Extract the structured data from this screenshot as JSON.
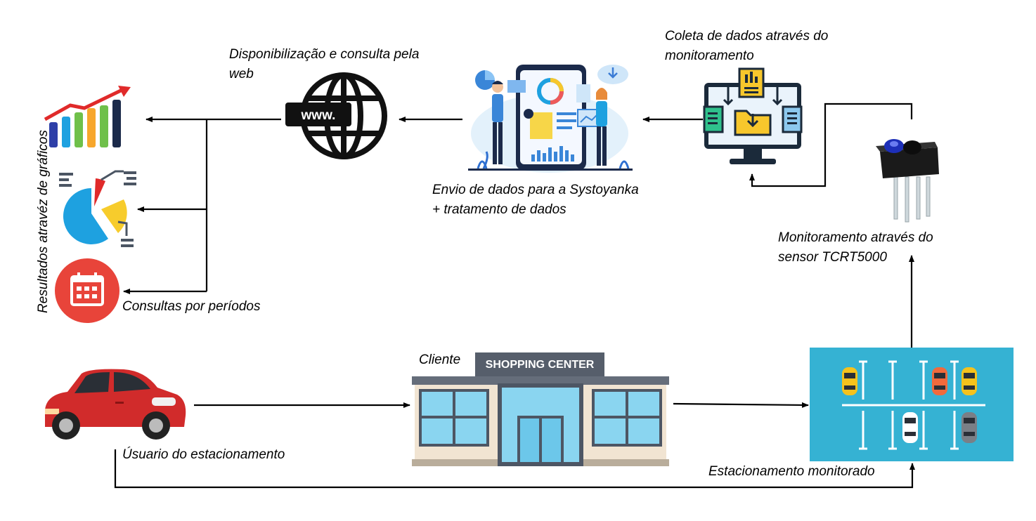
{
  "labels": {
    "disponibilizacao": "Disponibilização e consulta pela",
    "disponibilizacao_2": "web",
    "coleta": "Coleta de dados através do",
    "coleta_2": "monitoramento",
    "envio": "Envio de dados para a Systoyanka",
    "envio_2": "+ tratamento de dados",
    "monitoramento_sensor": "Monitoramento através do",
    "monitoramento_sensor_2": "sensor TCRT5000",
    "resultados": "Resultados atravéz de gráficos",
    "consultas": "Consultas por períodos",
    "cliente": "Cliente",
    "usuario": "Úsuario do estacionamento",
    "estacionamento": "Estacionamento monitorado",
    "shopping_sign": "SHOPPING CENTER",
    "www": "www."
  },
  "icons": {
    "globe": "globe-icon",
    "analytics": "analytics-people-icon",
    "monitor": "data-collection-monitor-icon",
    "sensor": "tcrt5000-sensor-icon",
    "bar_chart": "bar-chart-growth-icon",
    "pie_chart": "pie-chart-icon",
    "calendar": "calendar-icon",
    "car": "red-car-icon",
    "shopping": "shopping-center-building-icon",
    "parking": "parking-lot-icon"
  },
  "colors": {
    "parking_bg": "#35b2d3",
    "car_red": "#d12b2b",
    "calendar_red": "#e8443a",
    "pie_blue": "#1ea1e0",
    "pie_yellow": "#f7cc2c"
  }
}
